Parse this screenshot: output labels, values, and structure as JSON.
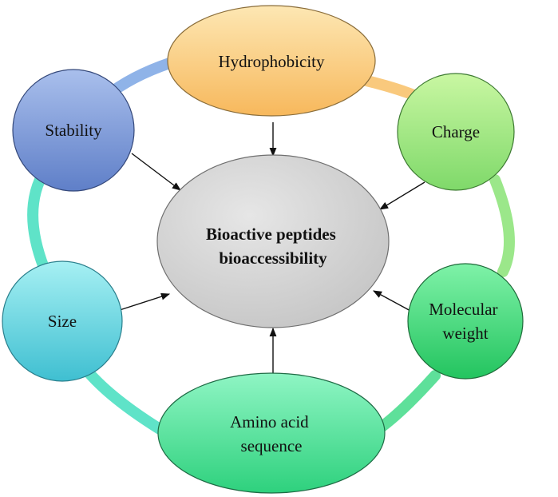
{
  "center": {
    "lines": [
      "Bioactive peptides",
      "bioaccessibility"
    ],
    "color": "#c4c4c4"
  },
  "factors": [
    {
      "id": "hydrophobicity",
      "lines": [
        "Hydrophobicity"
      ],
      "color_light": "#fde7b3",
      "color_dark": "#f7b85c"
    },
    {
      "id": "charge",
      "lines": [
        "Charge"
      ],
      "color_light": "#c9f7a2",
      "color_dark": "#7fd96a"
    },
    {
      "id": "molecular-weight",
      "lines": [
        "Molecular",
        "weight"
      ],
      "color_light": "#7ff2a8",
      "color_dark": "#23c45f"
    },
    {
      "id": "amino-acid-sequence",
      "lines": [
        "Amino acid",
        "sequence"
      ],
      "color_light": "#8ff5c4",
      "color_dark": "#2ed17d"
    },
    {
      "id": "size",
      "lines": [
        "Size"
      ],
      "color_light": "#a6f0f3",
      "color_dark": "#3fbfd1"
    },
    {
      "id": "stability",
      "lines": [
        "Stability"
      ],
      "color_light": "#a9bfec",
      "color_dark": "#5f7fc8"
    }
  ],
  "ring_colors": [
    "#f9c97d",
    "#9be78a",
    "#5ee09a",
    "#5fe3c8",
    "#8fb3e8"
  ]
}
